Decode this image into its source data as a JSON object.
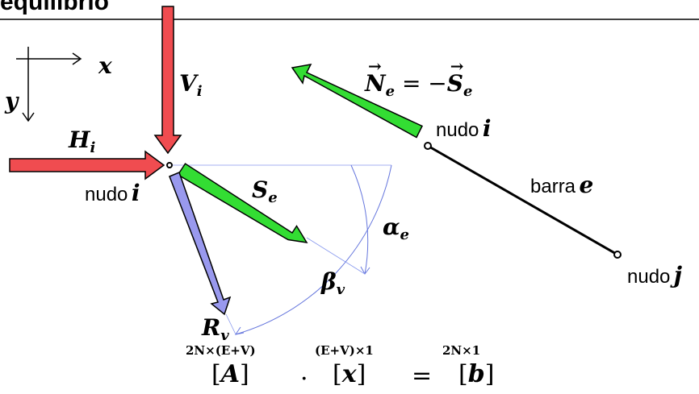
{
  "title": "equilibrio",
  "axes": {
    "x_label": "x",
    "y_label": "y"
  },
  "forces": {
    "V": {
      "sym": "V",
      "sub": "i"
    },
    "H": {
      "sym": "H",
      "sub": "i"
    },
    "S": {
      "sym": "S",
      "sub": "e"
    },
    "R": {
      "sym": "R",
      "sub": "v"
    },
    "N_eq": {
      "lhs": "N",
      "lhs_sub": "e",
      "eq": " = −",
      "rhs": "S",
      "rhs_sub": "e"
    }
  },
  "angles": {
    "alpha": {
      "sym": "α",
      "sub": "e"
    },
    "beta": {
      "sym": "β",
      "sub": "v"
    }
  },
  "nodes": {
    "node_i_left_word": "nudo",
    "node_i_left_sym": "i",
    "node_i_right_word": "nudo",
    "node_i_right_sym": "i",
    "node_j_word": "nudo",
    "node_j_sym": "j"
  },
  "bar": {
    "word": "barra",
    "sym": "e"
  },
  "equation": {
    "A_dim": "2N×(E+V)",
    "A": "A",
    "dot": "·",
    "x_dim": "(E+V)×1",
    "x": "x",
    "eq": "=",
    "b_dim": "2N×1",
    "b": "b"
  },
  "colors": {
    "red": "#f04c50",
    "green": "#33dd33",
    "blue": "#9999ee",
    "angle": "#6677dd"
  }
}
